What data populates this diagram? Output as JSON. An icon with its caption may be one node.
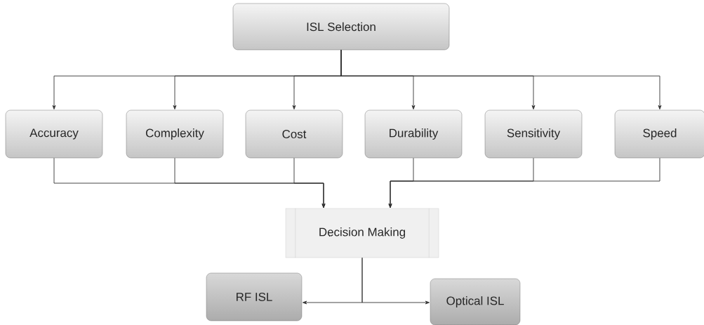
{
  "diagram": {
    "nodes": [
      {
        "text": [
          "ISL Selection"
        ]
      },
      {
        "text": [
          "Accuracy"
        ]
      },
      {
        "text": [
          "Complexity"
        ]
      },
      {
        "text": [
          "Cost"
        ]
      },
      {
        "text": [
          "Durability"
        ]
      },
      {
        "text": [
          "Sensitivity"
        ]
      },
      {
        "text": [
          "Speed"
        ]
      },
      {
        "text": [
          "Decision Making"
        ]
      },
      {
        "text": [
          "RF ISL"
        ]
      },
      {
        "text": [
          "Optical ISL"
        ]
      }
    ],
    "edges": [
      {
        "from": 0,
        "to": 1,
        "arrow": "to"
      },
      {
        "from": 0,
        "to": 2,
        "arrow": "to"
      },
      {
        "from": 0,
        "to": 3,
        "arrow": "to"
      },
      {
        "from": 0,
        "to": 4,
        "arrow": "to"
      },
      {
        "from": 0,
        "to": 5,
        "arrow": "to"
      },
      {
        "from": 0,
        "to": 6,
        "arrow": "to"
      },
      {
        "from": 1,
        "to": 7,
        "arrow": "to"
      },
      {
        "from": 2,
        "to": 7,
        "arrow": "to"
      },
      {
        "from": 3,
        "to": 7,
        "arrow": "to"
      },
      {
        "from": 4,
        "to": 7,
        "arrow": "to"
      },
      {
        "from": 5,
        "to": 7,
        "arrow": "to"
      },
      {
        "from": 6,
        "to": 7,
        "arrow": "to"
      },
      {
        "from": 7,
        "to": 8,
        "arrow": "to"
      },
      {
        "from": 7,
        "to": 9,
        "arrow": "to"
      }
    ]
  }
}
